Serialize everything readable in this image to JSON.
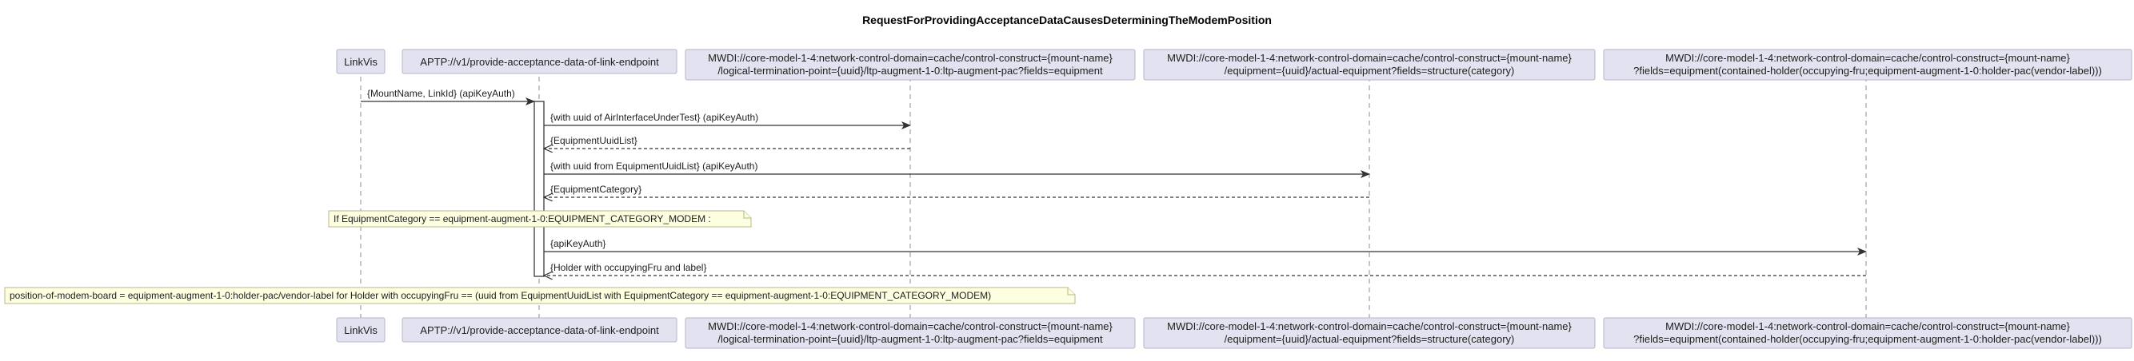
{
  "title": "RequestForProvidingAcceptanceDataCausesDeterminingTheModemPosition",
  "participants": [
    {
      "id": "linkvis",
      "lines": [
        "LinkVis"
      ]
    },
    {
      "id": "aptp",
      "lines": [
        "APTP://v1/provide-acceptance-data-of-link-endpoint"
      ]
    },
    {
      "id": "mwdi-ltp",
      "lines": [
        "MWDI://core-model-1-4:network-control-domain=cache/control-construct={mount-name}",
        "/logical-termination-point={uuid}/ltp-augment-1-0:ltp-augment-pac?fields=equipment"
      ]
    },
    {
      "id": "mwdi-equip",
      "lines": [
        "MWDI://core-model-1-4:network-control-domain=cache/control-construct={mount-name}",
        "/equipment={uuid}/actual-equipment?fields=structure(category)"
      ]
    },
    {
      "id": "mwdi-cc",
      "lines": [
        "MWDI://core-model-1-4:network-control-domain=cache/control-construct={mount-name}",
        "?fields=equipment(contained-holder(occupying-fru;equipment-augment-1-0:holder-pac(vendor-label)))"
      ]
    }
  ],
  "messages": [
    {
      "from": "linkvis",
      "to": "aptp",
      "label": "{MountName, LinkId} (apiKeyAuth)",
      "style": "solid"
    },
    {
      "from": "aptp",
      "to": "mwdi-ltp",
      "label": "{with uuid of AirInterfaceUnderTest} (apiKeyAuth)",
      "style": "solid"
    },
    {
      "from": "mwdi-ltp",
      "to": "aptp",
      "label": "{EquipmentUuidList}",
      "style": "dashed"
    },
    {
      "from": "aptp",
      "to": "mwdi-equip",
      "label": "{with uuid from EquipmentUuidList} (apiKeyAuth)",
      "style": "solid"
    },
    {
      "from": "mwdi-equip",
      "to": "aptp",
      "label": "{EquipmentCategory}",
      "style": "dashed"
    },
    {
      "from": "aptp",
      "to": "mwdi-cc",
      "label": "{apiKeyAuth}",
      "style": "solid"
    },
    {
      "from": "mwdi-cc",
      "to": "aptp",
      "label": "{Holder with occupyingFru and label}",
      "style": "dashed"
    }
  ],
  "notes": [
    {
      "id": "note-modem-condition",
      "text": "If EquipmentCategory == equipment-augment-1-0:EQUIPMENT_CATEGORY_MODEM :"
    },
    {
      "id": "note-modem-position",
      "text": "position-of-modem-board = equipment-augment-1-0:holder-pac/vendor-label for Holder with occupyingFru == (uuid from EquipmentUuidList with EquipmentCategory == equipment-augment-1-0:EQUIPMENT_CATEGORY_MODEM)"
    }
  ],
  "colors": {
    "participant_fill": "#e2e2f0",
    "participant_border": "#b5b5c9",
    "note_fill": "#fefee0",
    "note_border": "#b8b88e",
    "line": "#333333"
  }
}
